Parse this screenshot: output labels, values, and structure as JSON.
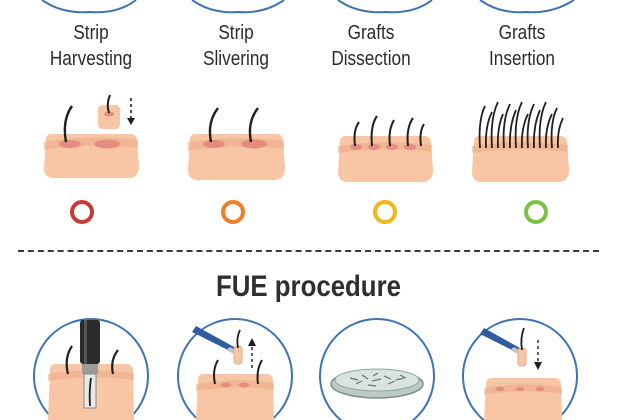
{
  "strip_procedure": {
    "steps": [
      {
        "line1": "Strip",
        "line2": "Harvesting",
        "icon": "strip-harvesting-icon",
        "marker_color": "#c63b33"
      },
      {
        "line1": "Strip",
        "line2": "Slivering",
        "icon": "strip-slivering-icon",
        "marker_color": "#ef7d2a"
      },
      {
        "line1": "Grafts",
        "line2": "Dissection",
        "icon": "grafts-dissection-icon",
        "marker_color": "#f1b51e"
      },
      {
        "line1": "Grafts",
        "line2": "Insertion",
        "icon": "grafts-insertion-icon",
        "marker_color": "#7cc242"
      }
    ]
  },
  "fue_procedure": {
    "title": "FUE procedure",
    "steps": [
      {
        "icon": "punch-extraction-icon"
      },
      {
        "icon": "tweezers-extraction-icon"
      },
      {
        "icon": "petri-dish-icon"
      },
      {
        "icon": "tweezers-insertion-icon"
      }
    ]
  },
  "colors": {
    "skin": "#f8c6a4",
    "skin_dark": "#e9a987",
    "hole": "#e58c7e",
    "hair": "#1f1f1f",
    "circle_outline": "#3e73b5",
    "divider": "#3a3a3a"
  }
}
